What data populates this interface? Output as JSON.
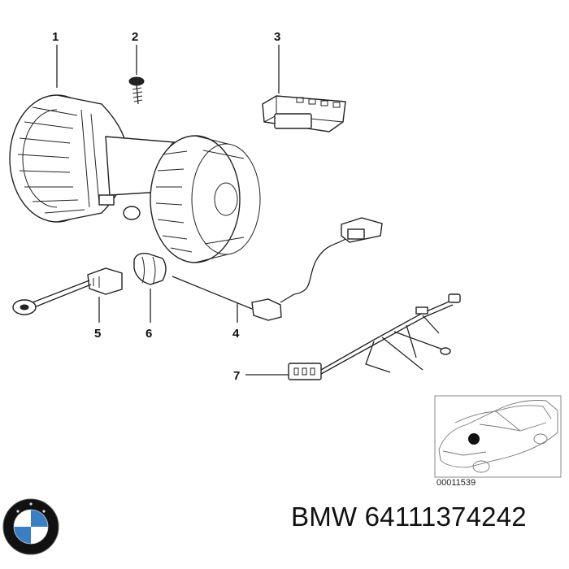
{
  "callouts": [
    {
      "id": "1",
      "label": "1"
    },
    {
      "id": "2",
      "label": "2"
    },
    {
      "id": "3",
      "label": "3"
    },
    {
      "id": "4",
      "label": "4"
    },
    {
      "id": "5",
      "label": "5"
    },
    {
      "id": "6",
      "label": "6"
    },
    {
      "id": "7",
      "label": "7"
    }
  ],
  "inset": {
    "code": "00011539"
  },
  "brand": {
    "text": "BMW 64111374242",
    "logo": "bmw-roundel-logo"
  },
  "colors": {
    "ink": "#222222",
    "background": "#ffffff",
    "logo_blue": "#3a7fc4"
  }
}
